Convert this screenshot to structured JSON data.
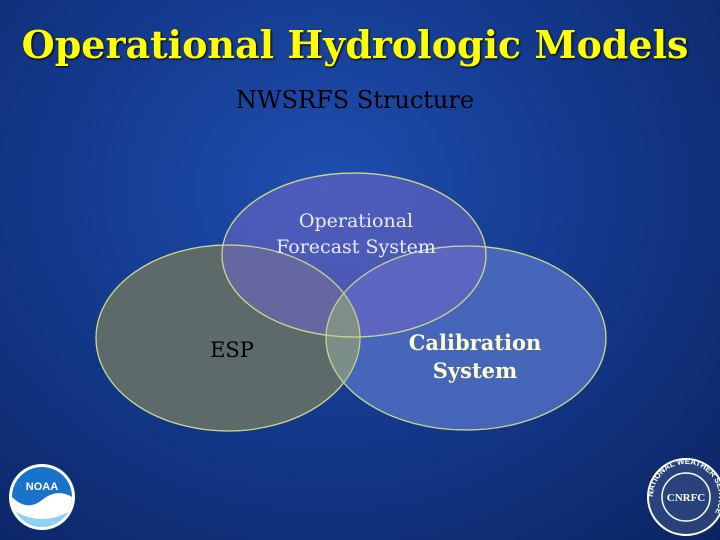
{
  "slide": {
    "title": "Operational Hydrologic Models",
    "subtitle": "NWSRFS Structure"
  },
  "diagram": {
    "circles": [
      {
        "id": "ofs",
        "label_lines": [
          "Operational",
          "Forecast System"
        ],
        "color": "#5a5fb0"
      },
      {
        "id": "esp",
        "label_lines": [
          "ESP"
        ],
        "color": "#5d6a6a"
      },
      {
        "id": "cal",
        "label_lines": [
          "Calibration",
          "System"
        ],
        "color": "#4f6fbf"
      }
    ]
  },
  "logos": {
    "left": {
      "icon": "noaa-logo-icon",
      "text": "NOAA"
    },
    "right": {
      "icon": "nws-cnrfc-logo-icon",
      "text": "CNRFC",
      "ring_text": "NATIONAL WEATHER SERVICE"
    }
  },
  "colors": {
    "title": "#ffff00",
    "subtitle": "#000000",
    "outline": "#c8d48a"
  }
}
